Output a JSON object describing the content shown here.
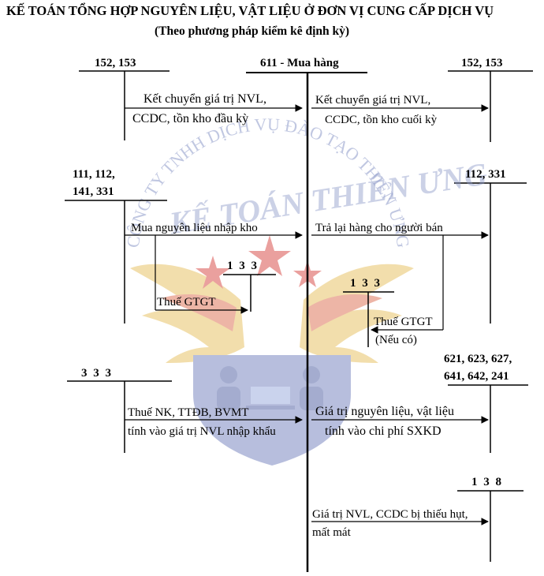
{
  "title": "KẾ TOÁN TỔNG HỢP NGUYÊN LIỆU, VẬT LIỆU Ở ĐƠN VỊ CUNG CẤP DỊCH VỤ",
  "subtitle": "(Theo phương pháp kiểm kê định kỳ)",
  "watermark": {
    "line1": "CÔNG TY TNHH DỊCH VỤ ĐÀO TẠO THIÊN ƯNG",
    "line2": "KẾ TOÁN THIÊN ƯNG",
    "colors": {
      "text": "#8e9ac9",
      "star": "#d9534f",
      "shield": "#6878b8",
      "wing": "#e8c06a"
    }
  },
  "accounts": {
    "main": "611 - Mua hàng",
    "left_152": "152, 153",
    "right_152": "152, 153",
    "left_111_line1": "111, 112,",
    "left_111_line2": "141, 331",
    "right_112": "112, 331",
    "vat_133_a": "1 3 3",
    "vat_133_b": "1 3 3",
    "tax_333": "3 3 3",
    "right_621_line1": "621, 623, 627,",
    "right_621_line2": "641, 642, 241",
    "right_138": "1 3 8"
  },
  "entries": {
    "opening_1": "Kết chuyển giá trị NVL,",
    "opening_2": "CCDC, tồn kho đầu kỳ",
    "closing_1": "Kết chuyển giá trị NVL,",
    "closing_2": "CCDC, tồn kho cuối kỳ",
    "purchase": "Mua nguyên liệu nhập kho",
    "return": "Trả lại hàng cho người bán",
    "vat_in": "Thuế GTGT",
    "vat_return": "Thuế GTGT",
    "vat_return_note": "(Nếu có)",
    "import_tax_1": "Thuế NK, TTĐB, BVMT",
    "import_tax_2": "tính vào giá trị NVL nhập khẩu",
    "expense_1": "Giá trị nguyên liệu, vật liệu",
    "expense_2": "tính vào chi phí SXKD",
    "shortage_1": "Giá trị NVL, CCDC bị thiếu hụt,",
    "shortage_2": "mất mát"
  }
}
